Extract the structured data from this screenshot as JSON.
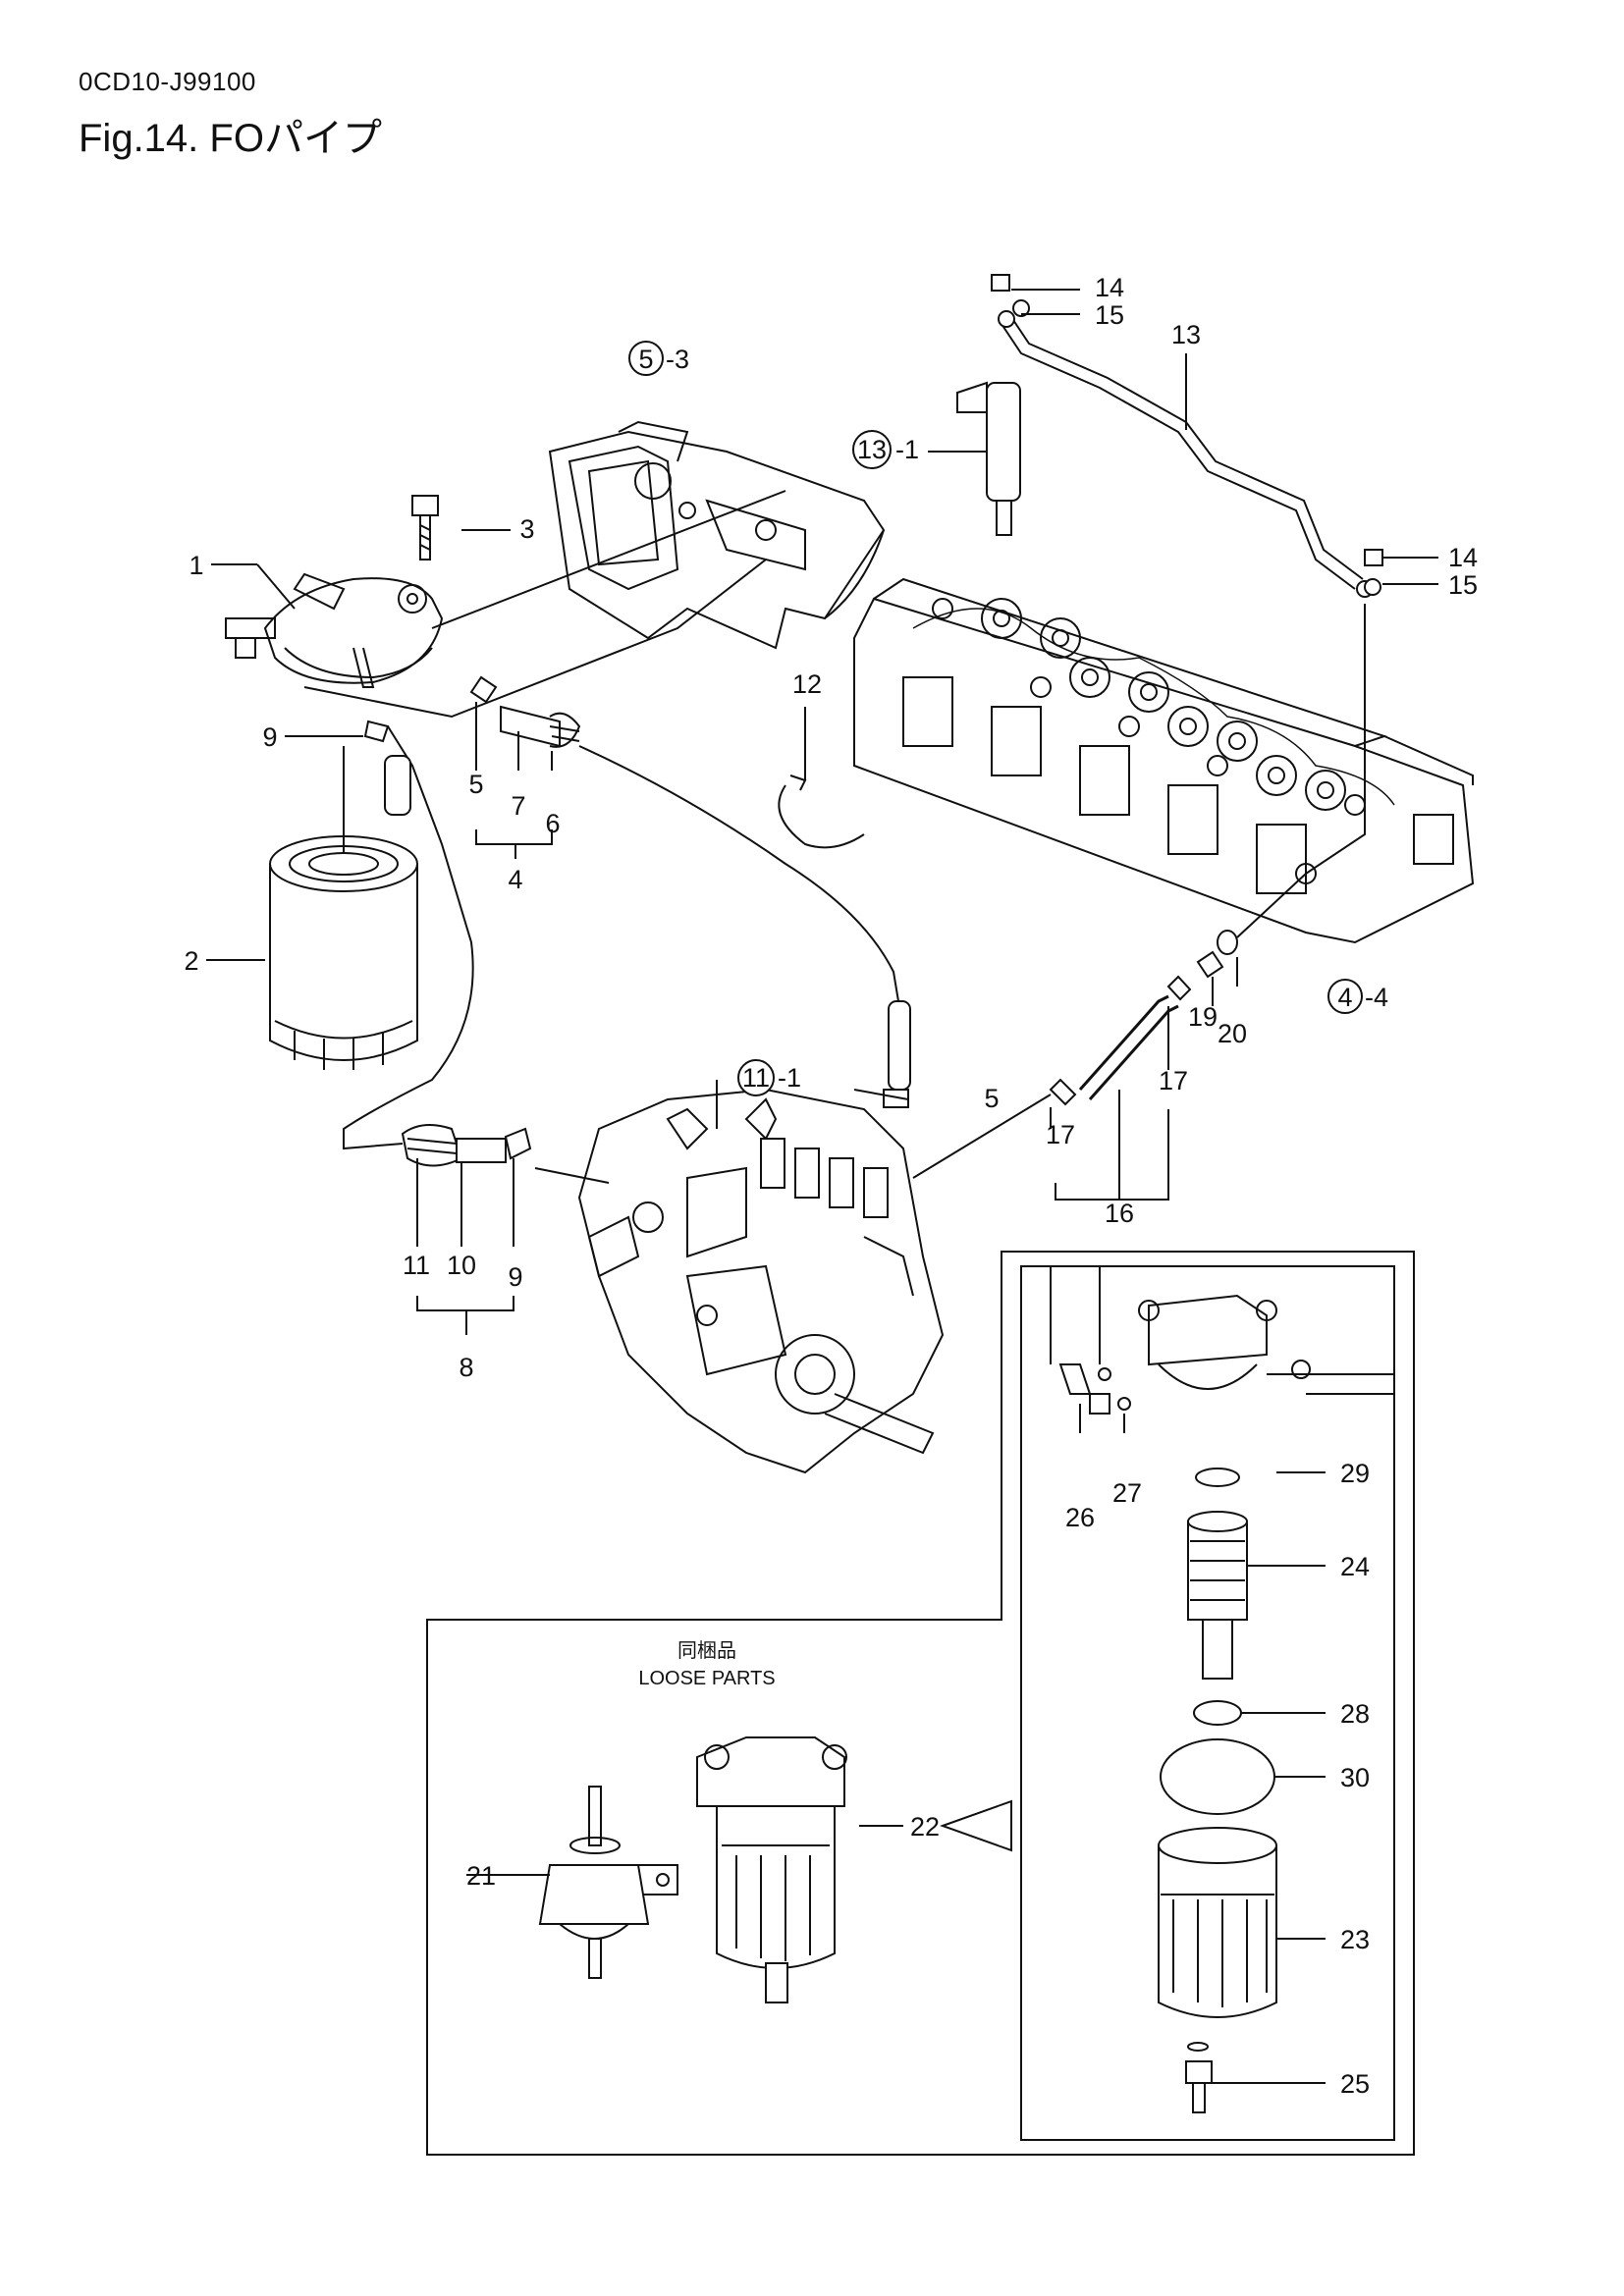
{
  "header": {
    "doc_code": "0CD10-J99100",
    "figure_title": "Fig.14.  FOパイプ"
  },
  "callouts": {
    "c1": "1",
    "c2": "2",
    "c3": "3",
    "c4": "4",
    "c5": "5",
    "c5b": "5",
    "c6": "6",
    "c7": "7",
    "c8": "8",
    "c9": "9",
    "c9b": "9",
    "c10": "10",
    "c11": "11",
    "c12": "12",
    "c13": "13",
    "c14": "14",
    "c14b": "14",
    "c15": "15",
    "c15b": "15",
    "c16": "16",
    "c17": "17",
    "c17b": "17",
    "c19": "19",
    "c20": "20",
    "c21": "21",
    "c22": "22",
    "c23": "23",
    "c24": "24",
    "c25": "25",
    "c26": "26",
    "c27": "27",
    "c28": "28",
    "c29": "29",
    "c30": "30"
  },
  "circled_refs": {
    "r5_3": {
      "num": "5",
      "suffix": "-3"
    },
    "r13_1": {
      "num": "13",
      "suffix": "-1"
    },
    "r11_1": {
      "num": "11",
      "suffix": "-1"
    },
    "r4_4": {
      "num": "4",
      "suffix": "-4"
    }
  },
  "loose_parts": {
    "jp": "同梱品",
    "en": "LOOSE PARTS"
  }
}
